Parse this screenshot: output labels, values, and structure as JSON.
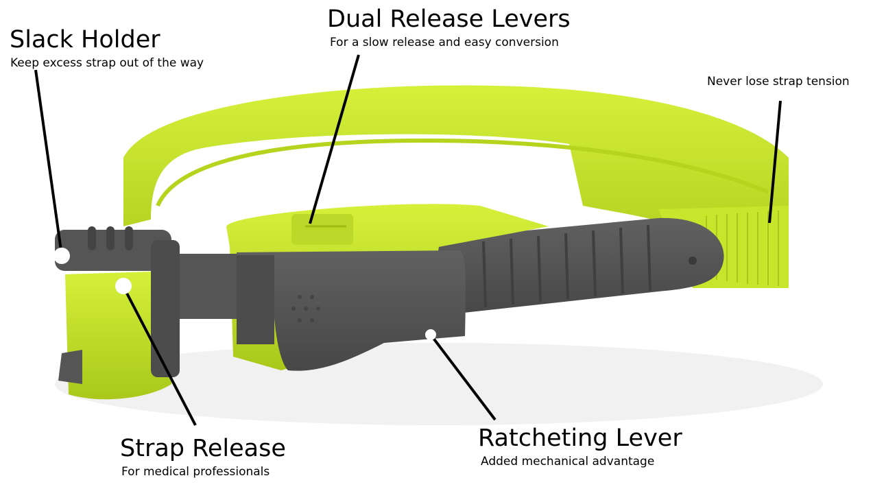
{
  "callouts": {
    "slack_holder": {
      "title": "Slack Holder",
      "subtitle": "Keep excess strap out of the way"
    },
    "dual_release": {
      "title": "Dual Release Levers",
      "subtitle": "For a slow release and easy conversion"
    },
    "tension": {
      "subtitle": "Never lose strap tension"
    },
    "strap_release": {
      "title": "Strap Release",
      "subtitle": "For medical professionals"
    },
    "ratcheting": {
      "title": "Ratcheting Lever",
      "subtitle": "Added mechanical advantage"
    }
  },
  "colors": {
    "strap": "#c8e62a",
    "strap_shade": "#9fbc14",
    "buckle": "#555555",
    "buckle_dark": "#3e3e3e"
  }
}
